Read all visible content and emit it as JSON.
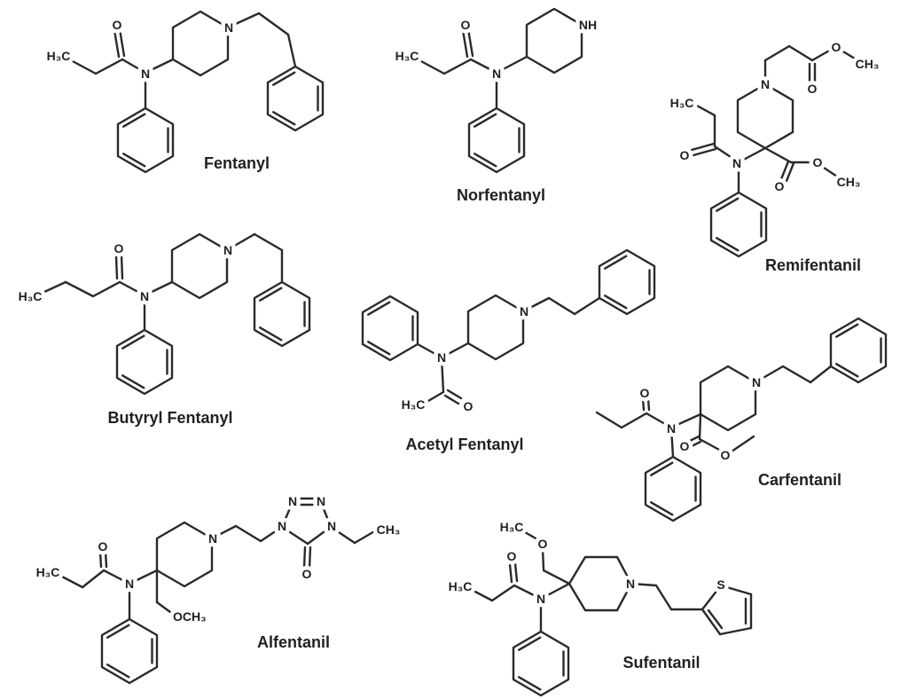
{
  "figure": {
    "background_color": "#ffffff",
    "line_color": "#2a2a2a",
    "label_color": "#231f20",
    "molecules": {
      "fentanyl": {
        "name": "Fentanyl",
        "atoms": {
          "methyl": "H₃C",
          "carbonyl_o": "O",
          "amide_n": "N",
          "piperidine_n": "N"
        }
      },
      "norfentanyl": {
        "name": "Norfentanyl",
        "atoms": {
          "methyl": "H₃C",
          "carbonyl_o": "O",
          "amide_n": "N",
          "piperidine_nh": "NH"
        }
      },
      "remifentanil": {
        "name": "Remifentanil",
        "atoms": {
          "piperidine_n": "N",
          "chain_ester_carbonyl_o": "O",
          "chain_ester_o": "O",
          "chain_ester_methyl": "CH₃",
          "propionyl_methyl": "H₃C",
          "carbonyl_o": "O",
          "amide_n": "N",
          "ester_carbonyl_o": "O",
          "ester_o": "O",
          "ester_methyl": "CH₃"
        }
      },
      "butyryl_fentanyl": {
        "name": "Butyryl Fentanyl",
        "atoms": {
          "methyl": "H₃C",
          "carbonyl_o": "O",
          "amide_n": "N",
          "piperidine_n": "N"
        }
      },
      "acetyl_fentanyl": {
        "name": "Acetyl Fentanyl",
        "atoms": {
          "methyl": "H₃C",
          "carbonyl_o": "O",
          "amide_n": "N",
          "piperidine_n": "N"
        }
      },
      "carfentanil": {
        "name": "Carfentanil",
        "atoms": {
          "carbonyl_o": "O",
          "amide_n": "N",
          "piperidine_n": "N",
          "ester_carbonyl_o": "O",
          "ester_o": "O"
        }
      },
      "alfentanil": {
        "name": "Alfentanil",
        "atoms": {
          "methyl": "H₃C",
          "carbonyl_o": "O",
          "amide_n": "N",
          "piperidine_n": "N",
          "methoxymethyl": "OCH₃",
          "tetrazole_n1": "N",
          "tetrazole_n2": "N",
          "tetrazole_n3": "N",
          "tetrazole_n4": "N",
          "tetrazole_o": "O",
          "ethyl_methyl": "CH₃"
        }
      },
      "sufentanil": {
        "name": "Sufentanil",
        "atoms": {
          "methoxy_methyl": "H₃C",
          "methoxy_o": "O",
          "propionyl_methyl": "H₃C",
          "carbonyl_o": "O",
          "amide_n": "N",
          "piperidine_n": "N",
          "thiophene_s": "S"
        }
      }
    }
  }
}
